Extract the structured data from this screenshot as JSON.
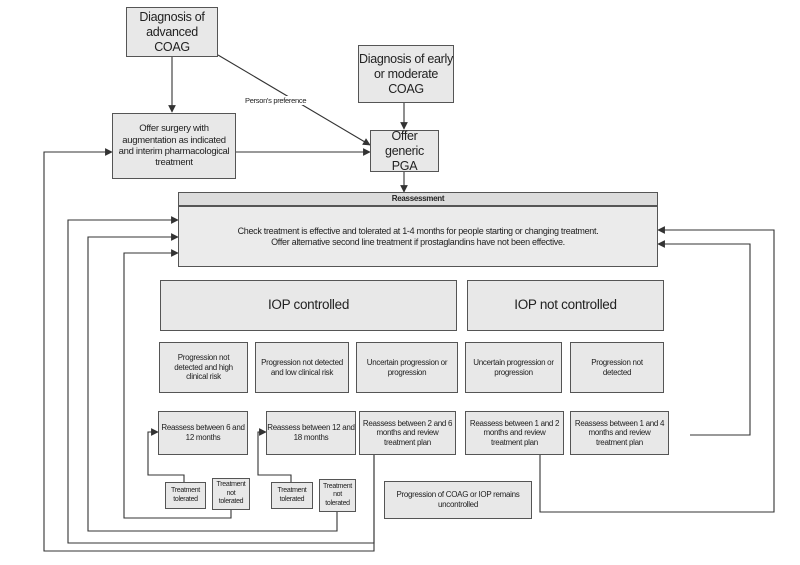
{
  "nodes": {
    "advanced": "Diagnosis of\nadvanced COAG",
    "early": "Diagnosis of early\nor moderate COAG",
    "surgery": "Offer surgery with\naugmentation as indicated\nand interim pharmacological\ntreatment",
    "pga": "Offer\ngeneric PGA",
    "reassessment_title": "Reassessment",
    "reassessment_body": "Check treatment is effective and tolerated at 1-4 months for people starting or changing treatment.\nOffer alternative second line treatment if prostaglandins have not been effective.",
    "iop_controlled": "IOP controlled",
    "iop_not_controlled": "IOP not controlled",
    "c1": "Progression not\ndetected and high\nclinical risk",
    "c2": "Progression not detected\nand low clinical risk",
    "c3": "Uncertain progression or\nprogression",
    "c4": "Uncertain progression or\nprogression",
    "c5": "Progression not\ndetected",
    "r1": "Reassess between 6 and\n12 months",
    "r2": "Reassess between 12 and\n18 months",
    "r3": "Reassess between 2 and 6\nmonths and review\ntreatment plan",
    "r4": "Reassess between 1 and 2\nmonths and review\ntreatment plan",
    "r5": "Reassess between 1 and 4\nmonths and review\ntreatment plan",
    "t1": "Treatment\ntolerated",
    "t2": "Treatment\nnot\ntolerated",
    "t3": "Treatment\ntolerated",
    "t4": "Treatment\nnot\ntolerated",
    "progression": "Progression of COAG or IOP remains\nuncontrolled"
  },
  "edge_labels": {
    "preference": "Person's preference"
  }
}
